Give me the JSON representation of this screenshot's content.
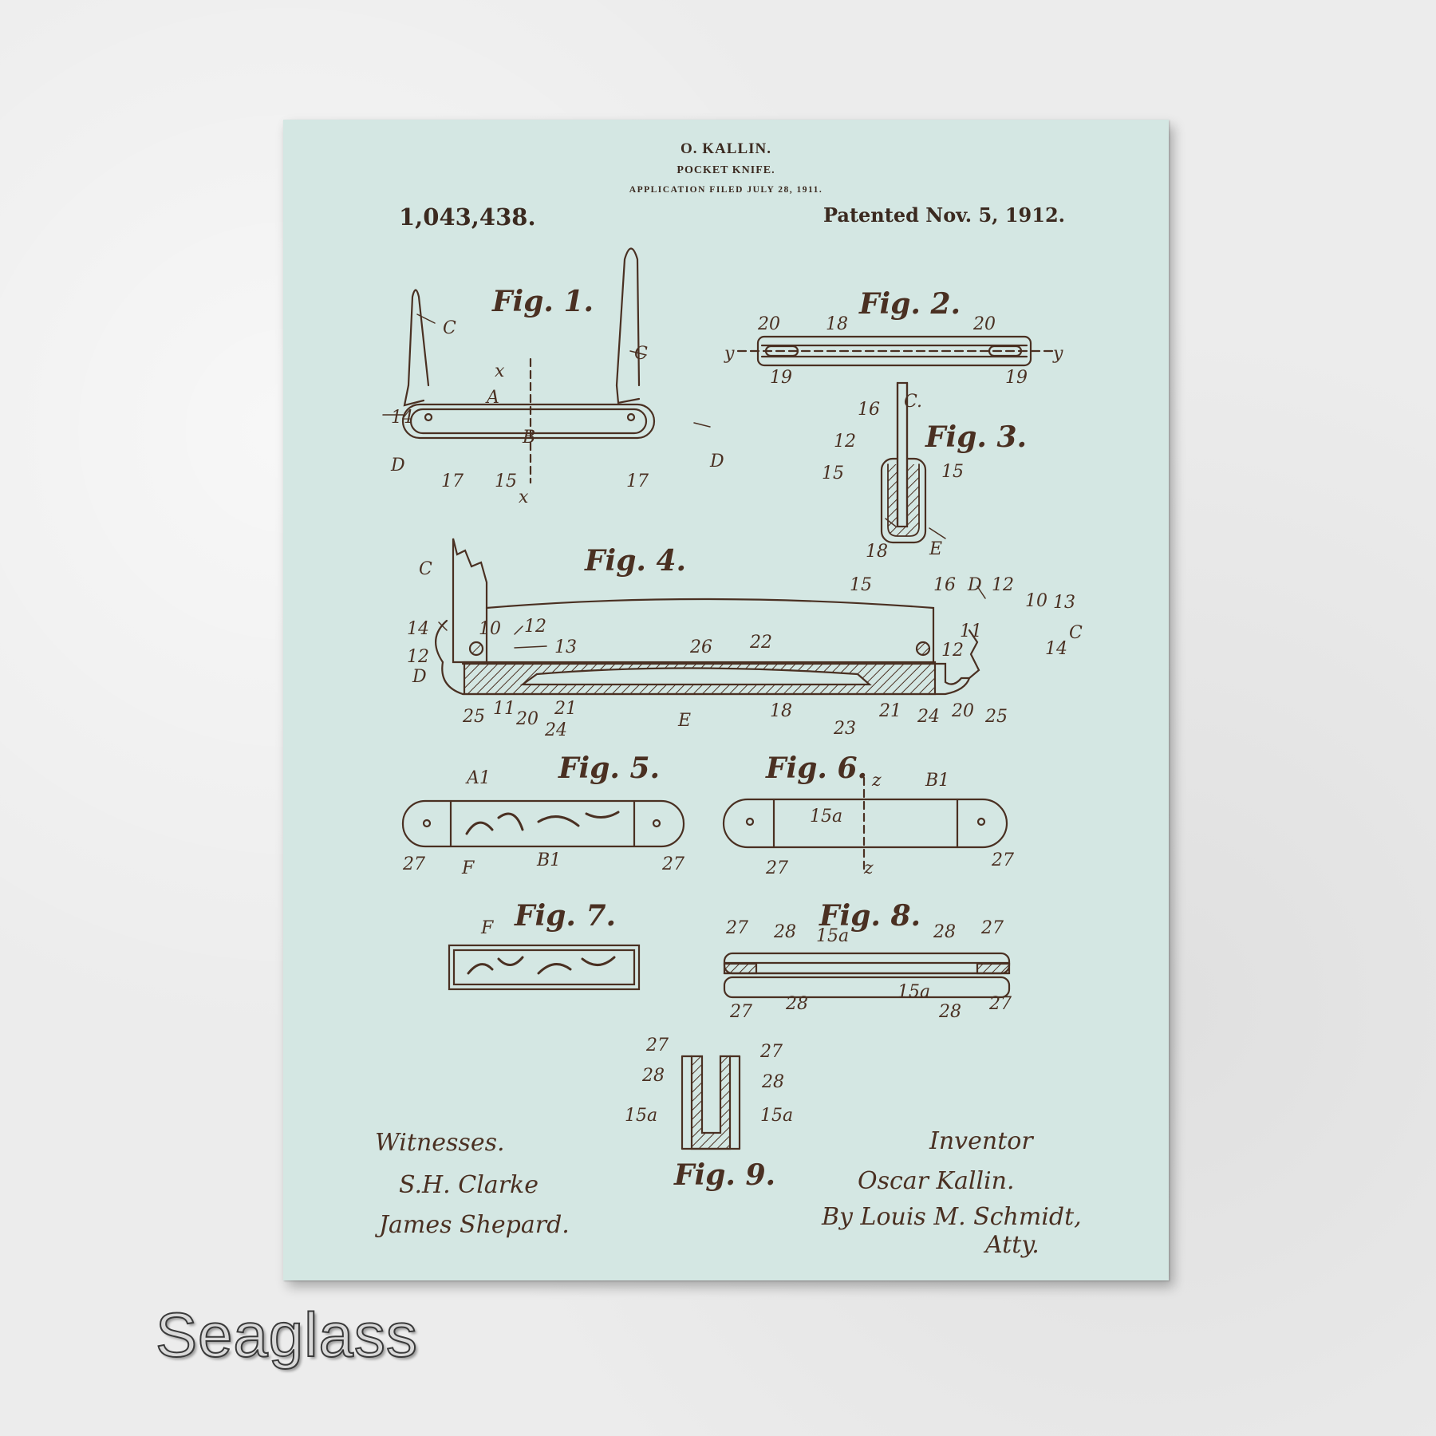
{
  "header": {
    "inventor": "O. KALLIN.",
    "title": "POCKET KNIFE.",
    "filed": "APPLICATION FILED JULY 28, 1911.",
    "patent_number": "1,043,438.",
    "patented": "Patented Nov. 5, 1912."
  },
  "figures": {
    "fig1": "Fig. 1.",
    "fig2": "Fig. 2.",
    "fig3": "Fig. 3.",
    "fig4": "Fig. 4.",
    "fig5": "Fig. 5.",
    "fig6": "Fig. 6.",
    "fig7": "Fig. 7.",
    "fig8": "Fig. 8.",
    "fig9": "Fig. 9."
  },
  "signatures": {
    "witnesses_label": "Witnesses.",
    "witness1": "S.H. Clarke",
    "witness2": "James Shepard.",
    "inventor_label": "Inventor",
    "inventor_name": "Oscar Kallin.",
    "attorney": "By Louis M. Schmidt,",
    "attorney_title": "Atty."
  },
  "colorway": "Seaglass",
  "colors": {
    "paper": "#d4e7e3",
    "ink": "#4a3022",
    "wall": "#ececec"
  }
}
